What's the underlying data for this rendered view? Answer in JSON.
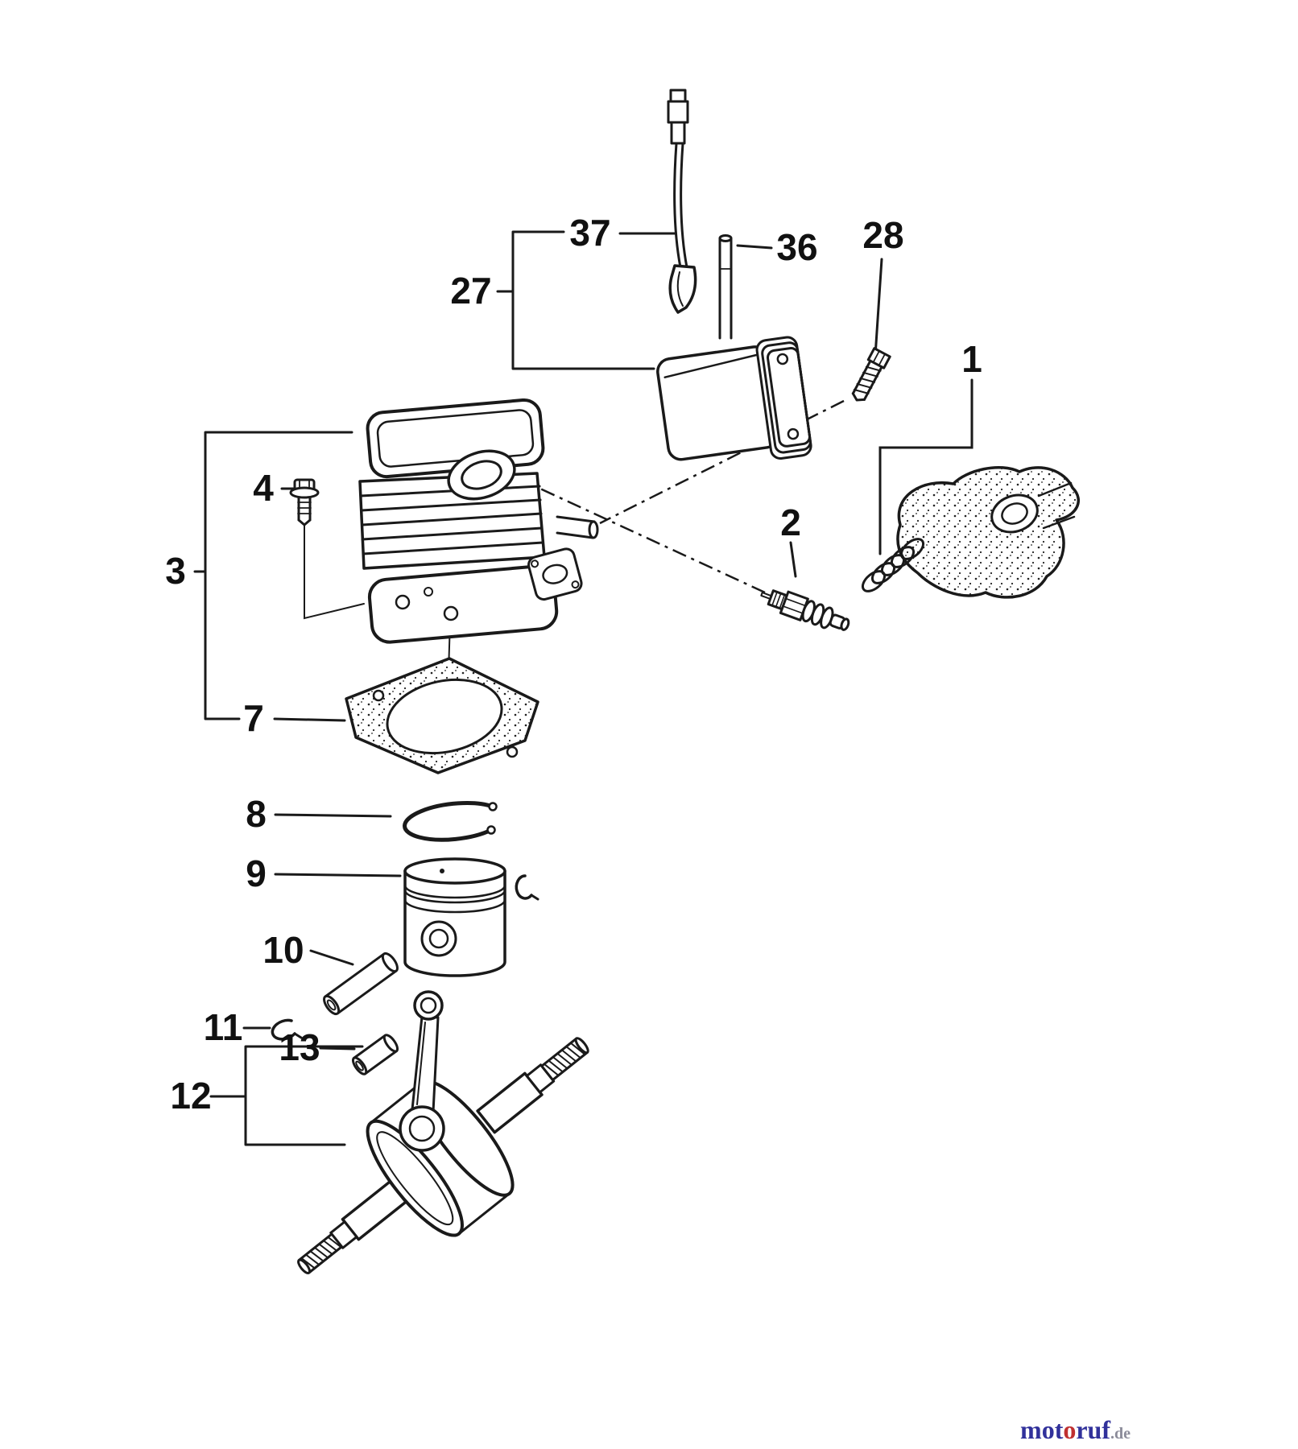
{
  "diagram": {
    "background": "#ffffff",
    "line_color": "#1a1a1a",
    "callouts": {
      "c1": "1",
      "c2": "2",
      "c3": "3",
      "c4": "4",
      "c7": "7",
      "c8": "8",
      "c9": "9",
      "c10": "10",
      "c11": "11",
      "c12": "12",
      "c13": "13",
      "c27": "27",
      "c28": "28",
      "c36": "36",
      "c37": "37"
    }
  },
  "watermark": {
    "segments": [
      {
        "text": "mot",
        "color": "#31319b"
      },
      {
        "text": "o",
        "color": "#c03030"
      },
      {
        "text": "ruf",
        "color": "#31319b"
      },
      {
        "text": ".de",
        "color": "#8b8b99"
      }
    ]
  }
}
